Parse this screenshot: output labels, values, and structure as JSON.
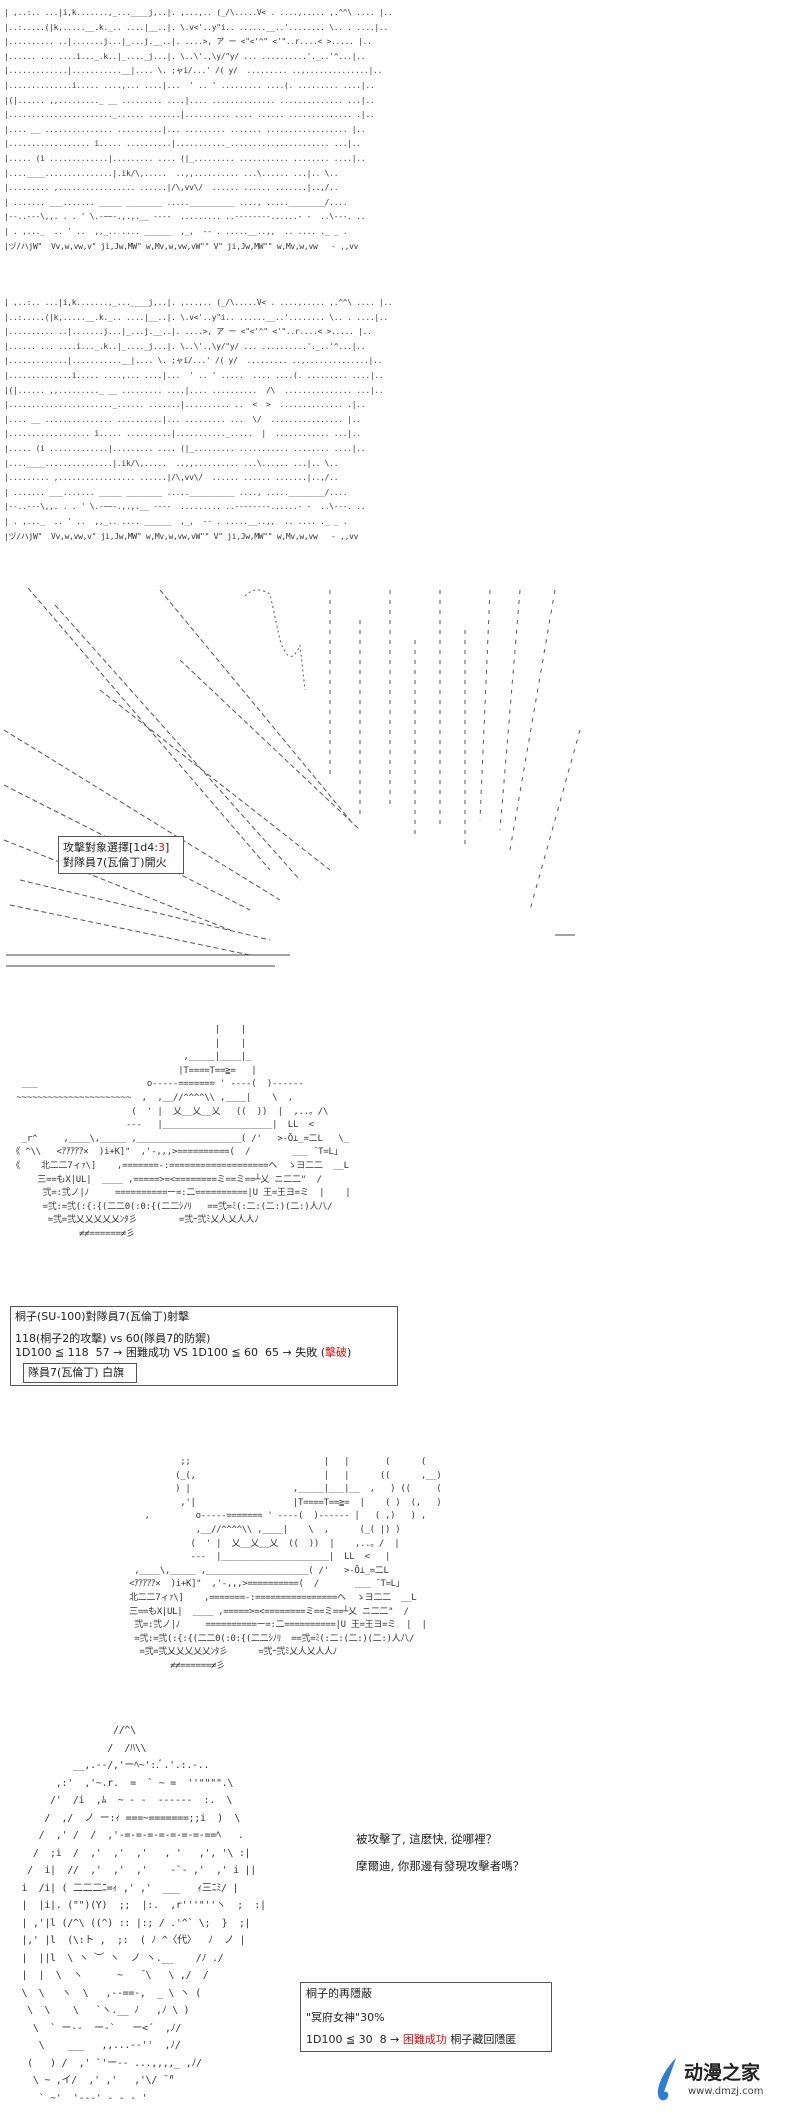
{
  "ascii_panel_1": "| ,..:.. ...|i,k.......,_...____j,..|. ,...,.. (_/\\.....V< . ....,..... ,.^^\\ .... |..\n|..:.....(|k,.....__.k._.. ....|__..|. \\.v<'..y\"i.. ......__..'........ \\.. . ....|..\n|.......... ..|.......j...|_...j.__..|. ....>, ア ー <\"<'^\" <'\"..r....< >..... |..\n|...... ... ....i..._.k..|_...._j...|. \\..\\'.,\\y/\"y/ ... ..........'._..'^...|..\n|.............|...........__|.... \\. ;ャi/...' /( y/  ......... ..,..............|..\n|..............i..... ....,... ....|...  ' .. ' ......... ....(. ......... ....|..\n|(|...... ,,........._ __ ......... ....|.... .............. .............. ...|..\n|......................._...... .......|.......... .... ...... .............. .|..\n|.... __ ............... ..........|... ......... ....... .................. |..\n|.................. i..... ..........|..........._...................... ...|..\n|..... (i .............|......... .... (|_......... ........... ........ ....|..\n|....____...............|.ik/\\,.....  ..,,.......... ...\\...... ...|.. \\..\n|......... ,................. ......|/\\,vv\\/  ...... ...... .......|..,/..\n| ....... ___....... _____ ________ .....__________ ...., .....________/....\n|--..---\\,,. . . ' \\.-~~-.,.,.__ ----  ......... ..--------......- -  ..\\---. ..\n| . ,..._  .. ' ..  ,,_.. .... ______  ,_,  -- . .....__..,,  .. .... ._ _ .\n|ヅ/ハjW\"  Vv,w,vw,v\" ji,Jw,MW\" w,Mv,w,vw,vW\"\" V\" ji,Jw,MW\"\" w,Mv,w,vw   - ,,vv",
  "ascii_panel_2": "| ,..:.. ...|i,k.......,_...____j,..|. ,...,.. (_/\\.....V< . ....,..... ,.^^\\ .... |..\n|..:.....(|k,.....__.k._.. ....|__..|. \\.v<'..y\"i.. ......__..'........ \\.. . ....|..\n|.......... ..|.......j...|_...j.__..|. ....>, ア ー <\"<'^\" <'\"..r....< >..... |..\n|...... ... ....i..._.k..|_...._j...|. \\..\\'.,\\y/\"y/ ... ..........'._..'^...|..\n|.............|...........__|.... \\. ;ャi/...' /( y/  ......... ..,..............|..\n|..............i..... ....,... ....|...  ' .. ' .....  .... ....(. ......... ....|..\n|(|...... ,,........._ __ ......... ....|.... ..........  /\\  ............... ...|..\n|......................._...... .......|.......... ..  <  >  .............. .|..\n|.... __ ............... ..........|... ......... ...  \\/  ................ |..\n|.................. i..... ..........|..........._.....  |  ............ ...|..\n|..... (i .............|......... .... (|_......... ........... ........ ....|..\n|....____...............|.ik/\\,.....  ..,,.......... ...\\...... ...|.. \\..\n|......... ,................. ......|/\\,vv\\/  ...... ...... .......|..,/..\n| ....... ___....... _____ ________ .....__________ ...., .....________/....\n|--..---\\,,. . . ' \\.-~~-.,.,.__ ----  ......... ..--------......- -  ..\\---. ..\n| . ,..._  .. ' ..  ,,_.. .... ______  ,_,  -- . .....__..,,  .. .... ._ _ .\n|ヅ/ハjW\"  Vv,w,vw,v\" ji,Jw,MW\" w,Mv,w,vw,vW\"\" V\" ji,Jw,MW\"\" w,Mv,w,vw   - ,,vv",
  "target_box": {
    "line1_prefix": "攻擊對象選擇[1d4:",
    "line1_roll": "3",
    "line1_suffix": "]",
    "line2": "對隊員7(瓦倫丁)開火"
  },
  "tank_art_1": "                                        |    |\n                                        |    |\n                                  ,_____|____|_\n                                 |T====T==≧=   |\n   ___                     o-----======= ' ----(  )------\n  ~~~~~~~~~~~~~~~~~~~~~~  ,  ,__//^^^^\\\\ ,____|    \\  ,\n                        (  ' |  乂__乂__乂   ((  ))  |  ,..。/\\\n                       ---   |_____________________|  LL  <\n   _r^     ,____\\,_____ ,____________________( /'   >-Ō⊥_=二L   \\_\n 《 ^\\\\   <ｱｱｱｱｱ×  )i+K]\"  ,'-,,,>==========(  /        ___ ̄ T=L」\n 《    北二二7ィｧ\\]    ,=======-:===================ヘ  ゝヨ二二  __L\n      三==もX|UL|  ____ ,=====>=<========ミ==ミ==┴乂 ニ二二\"  /\n       弐=:弐ノ|ﾉ     ==========ー=:二==========|U 王=王ヨ=ミ  |    |\n       =弐:=弐(:{:{(二二0(:0:{(二二ｼﾉﾘ   ==弐=ﾐ(:二:(二:)(二:)人八/\n        =弐=弐乂乂乂乂乂ﾝﾀ彡        =弐ｰ弐ﾐ乂人乂人人ﾉ\n              ≠≠======≠彡",
  "shot_box": {
    "line1": "桐子(SU-100)對隊員7(瓦倫丁)射擊",
    "line2": "118(桐子2的攻擊) vs 60(隊員7的防禦)",
    "line3_prefix": "1D100 ≦ 118  57 → 困難成功 VS 1D100 ≦ 60  65 → 失敗 (",
    "line3_red": "擊破",
    "line3_suffix": ")",
    "inner": "隊員7(瓦倫丁) 白旗"
  },
  "tank_art_2": "           ;;                          |   |       (      (\n          (_(,                         |   |      ((      ,__)\n          ) |                    ,_____|___|__  ,   ) ((     (\n           ,'|                   |T====T==≧=  |    ( )  (,   )\n    ,         o-----======= ' ----(  )------ |   ( ,)   ) ,\n              ,__//^^^^\\\\ ,____|    \\  ,      (_( |) )\n             (  ' |  乂__乂__乂  ((  ))  |    ,..。/  |\n             ---  |_____________________|  LL  <   |\n  ,____\\,_____ ,____________________( /'   >-Ō⊥_=二L\n <ｱｱｱｱｱ×  )i+K]\"  ,'-,,,>==========(  /       ___ ̄ T=L」\n 北二二7ィｧ\\]    ,=======-:================ヘ  ゝヨ二二  __L\n 三==もX|UL|  ____ ,=====>=<========ミ==ミ==┴乂 ニ二二\"  /\n  弐=:弐ノ|ﾉ     ==========ー=:二==========|U 王=王ヨ=ミ  |  |\n  =弐:=弐(:{:{(二二0(:0:{(二二ｼﾉﾘ  ==弐=ﾐ(:二:(二:)(二:)人八/\n   =弐=弐乂乂乂乂乂ﾝﾀ彡      =弐ｰ弐ﾐ乂人乂人人ﾉ\n         ≠≠======≠彡",
  "girl_art": "                  //^\\\n                 /  /ﾊ\\\\\n           __,.--/,'ーﾍ~':.ﾞ.'.:.-..\n        ,:'  ,'~.r.  =  ` ~ =  ''\"\"\"\".\\\n       /'  /i  ,ﾑ  ~ ‐ -  ‐--‐‐-  :.  \\\n      /  ,/  ノ ー:ｨ ===~=======;;i  )  \\\n     /  ,' /  /  ,'-=-=-=-=-=-=-=-==ﾍ   .\n    /  ;i  /  ,'  ,'  ,'   , '   ,', '\\ :|\n   /  i|  //  ,'  ,'  ,'    -`‐ ,'  ,' i ||\n  i  /i| ( 二二二ﾆ=ｨ ,' ,'  ___   ｨ三ﾆﾐ/ |\n  |  |i|. (\"\")(Y)  ;;  |:.  ,r'''\"''ヽ  ;  :|\n  | ,'|l (/^\\ ((^) :: |:; / .'^` \\;  }  ;|\n  |,' |l  (\\:ト ,  ;:  ( ﾉ ^〈代〉  ﾉ  ノ |\n  |  ||l  \\ ヽ ︶ ヽ  ノ ヽ.__    /ﾉ ./\n  |  |  \\  ヽ      ~   ̄ \\   \\ ,/  /\n  \\  \\   ヽ  \\   ,--==-,  _ \\ ヽ (\n   \\  \\    \\   `ヽ.__ ﾉ   ,ﾉ \\ )\n    \\  ` ー--  ー‐`   ー<´  ,ﾉ/\n     \\    ___   ,,...-‐''  ,ﾉ/\n   (   ) /  ,' `'ー-- ...,,,,_ ,ﾉ/\n    \\ ~ ,イ/  ,' ,'   ,'\\/ ̄ ̄\"\n     ` ~'  '--‐' ‐ - - '",
  "dialogue": {
    "line1": "被攻擊了, 這麽快, 從哪裡？",
    "line2": "摩爾迪, 你那邊有發現攻擊者嗎？"
  },
  "hide_box": {
    "title": "桐子的再隱蔽",
    "skill": "\"冥府女神\"30%",
    "roll_prefix": "1D100 ≦ 30  8 → ",
    "roll_red": "困難成功",
    "roll_suffix": " 桐子藏回隱匿"
  },
  "watermark": {
    "brand": "动漫之家",
    "url": "www.dmzj.com"
  },
  "colors": {
    "art": "#333333",
    "accent_red": "#dd1111",
    "watermark_blue": "#2b7fd0"
  }
}
